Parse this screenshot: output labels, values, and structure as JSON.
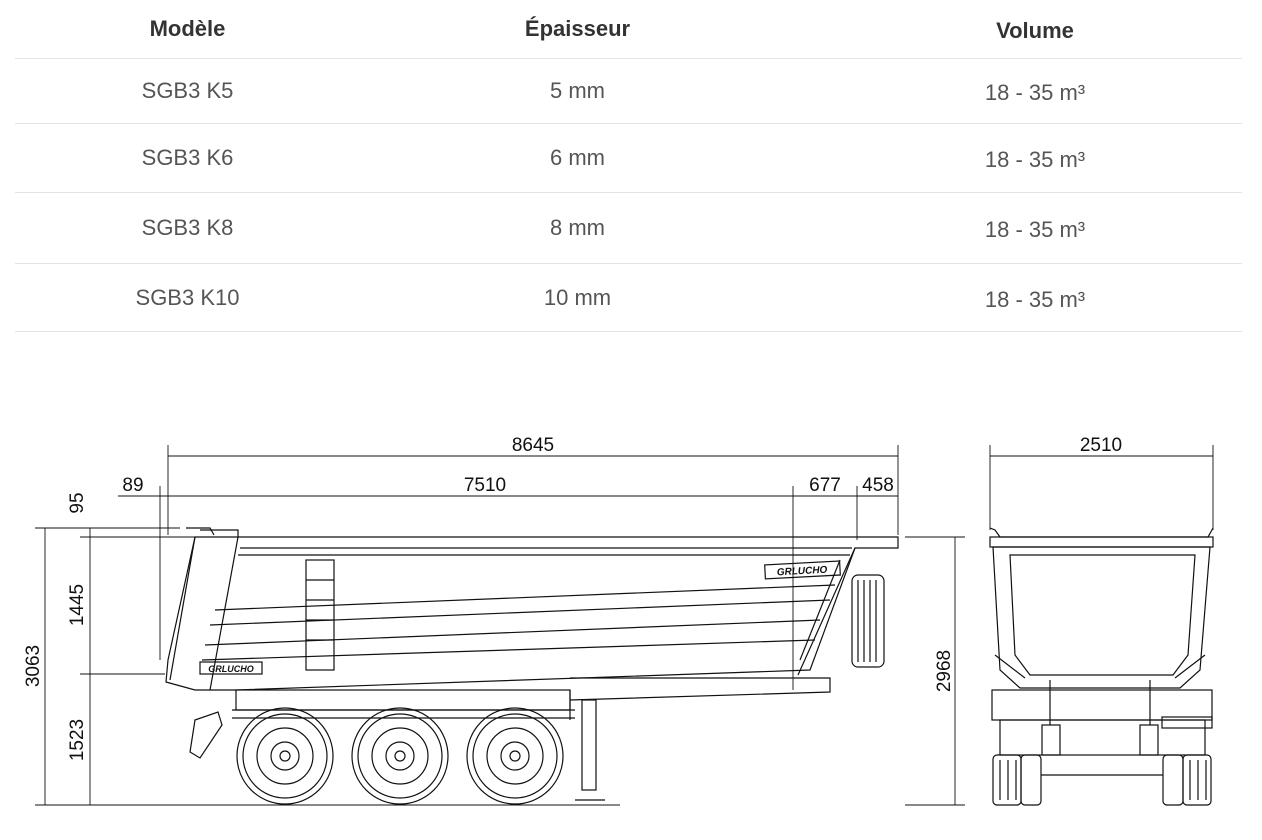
{
  "table": {
    "headers": [
      "Modèle",
      "Épaisseur",
      "Volume"
    ],
    "rows": [
      {
        "model": "SGB3 K5",
        "thickness": "5 mm",
        "volume": "18 - 35 m³"
      },
      {
        "model": "SGB3 K6",
        "thickness": "6 mm",
        "volume": "18 - 35 m³"
      },
      {
        "model": "SGB3 K8",
        "thickness": "8 mm",
        "volume": "18 - 35 m³"
      },
      {
        "model": "SGB3 K10",
        "thickness": "10 mm",
        "volume": "18 - 35 m³"
      }
    ]
  },
  "drawing": {
    "brand": "GRLUCHO",
    "dimensions": {
      "overall_length": "8645",
      "body_length": "7510",
      "front_offset": "89",
      "rear_overhang_1": "677",
      "rear_overhang_2": "458",
      "top_offset": "95",
      "body_height": "1445",
      "total_height": "3063",
      "chassis_height": "1523",
      "rear_height": "2968",
      "width": "2510"
    }
  }
}
